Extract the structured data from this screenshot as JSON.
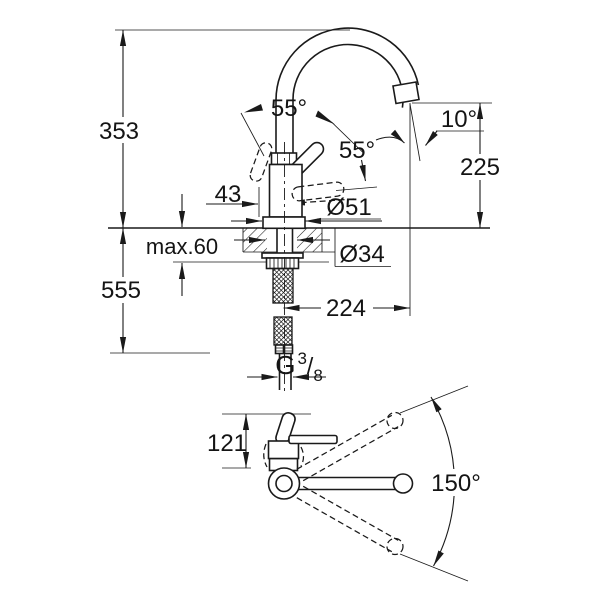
{
  "drawing": {
    "background": "#ffffff",
    "line_color": "#1a1a1a",
    "units": "mm",
    "front_view": {
      "height_above_counter": "353",
      "height_below_extent": "555",
      "max_counter_thickness": "max.60",
      "lever_offset": "43",
      "lever_swing_angle": "55°",
      "spout_outlet_angle": "55°",
      "outlet_tilt_angle": "10°",
      "outlet_height": "225",
      "base_diameter": "Ø51",
      "shank_diameter": "Ø34",
      "spout_reach": "224",
      "supply_thread": {
        "prefix": "G",
        "numerator": "3",
        "slash": "/",
        "denominator": "8"
      }
    },
    "top_view": {
      "lever_depth": "121",
      "swivel_range": "150°"
    }
  }
}
